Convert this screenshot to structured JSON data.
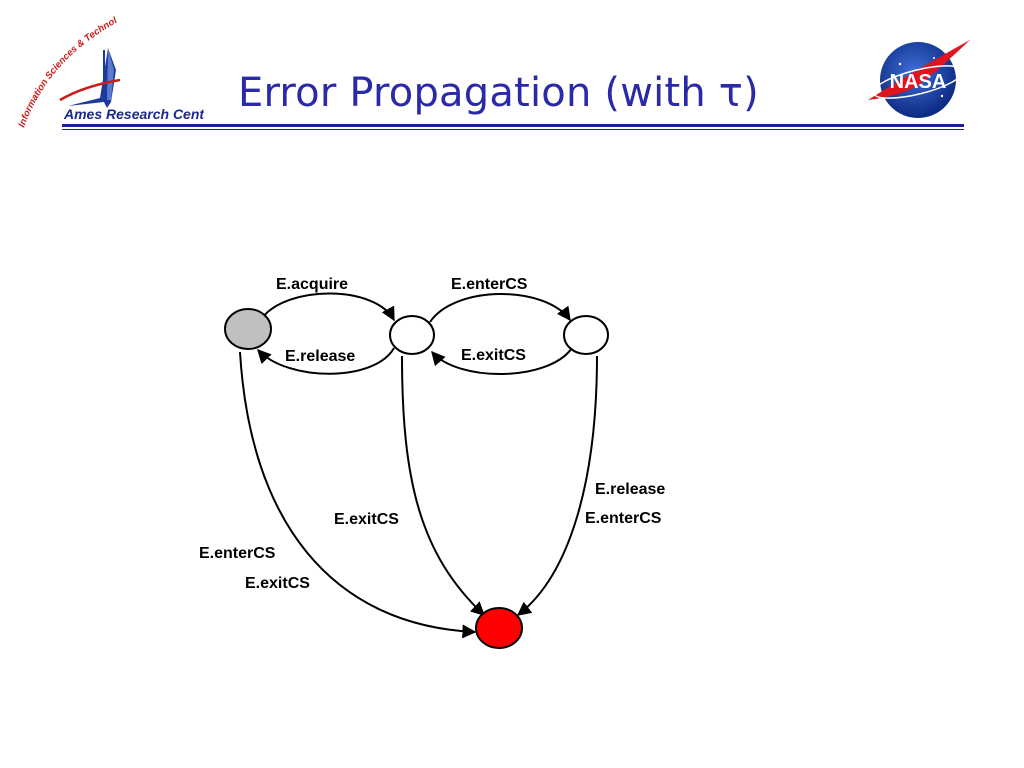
{
  "slide": {
    "title": "Error Propagation (with τ)"
  },
  "logos": {
    "ames": {
      "name": "Ames Research Center",
      "tagline": "Information Sciences & Technology",
      "icon": "ames-rocket-logo"
    },
    "nasa": {
      "name": "NASA",
      "icon": "nasa-meatball-logo"
    }
  },
  "colors": {
    "title": "#2a2aa8",
    "rule": "#1f1f9a",
    "initial_state": "#c0c0c0",
    "error_state": "#ff0000",
    "normal_state": "#ffffff"
  },
  "states": [
    {
      "id": "s0",
      "kind": "initial"
    },
    {
      "id": "s1",
      "kind": "normal"
    },
    {
      "id": "s2",
      "kind": "normal"
    },
    {
      "id": "err",
      "kind": "error"
    }
  ],
  "transitions": [
    {
      "from": "s0",
      "to": "s1",
      "label": "E.acquire"
    },
    {
      "from": "s1",
      "to": "s0",
      "label": "E.release"
    },
    {
      "from": "s1",
      "to": "s2",
      "label": "E.enterCS"
    },
    {
      "from": "s2",
      "to": "s1",
      "label": "E.exitCS"
    },
    {
      "from": "s0",
      "to": "err",
      "label": "E.enterCS",
      "label2": "E.exitCS"
    },
    {
      "from": "s1",
      "to": "err",
      "label": "E.exitCS"
    },
    {
      "from": "s2",
      "to": "err",
      "label": "E.release",
      "label2": "E.enterCS"
    }
  ]
}
